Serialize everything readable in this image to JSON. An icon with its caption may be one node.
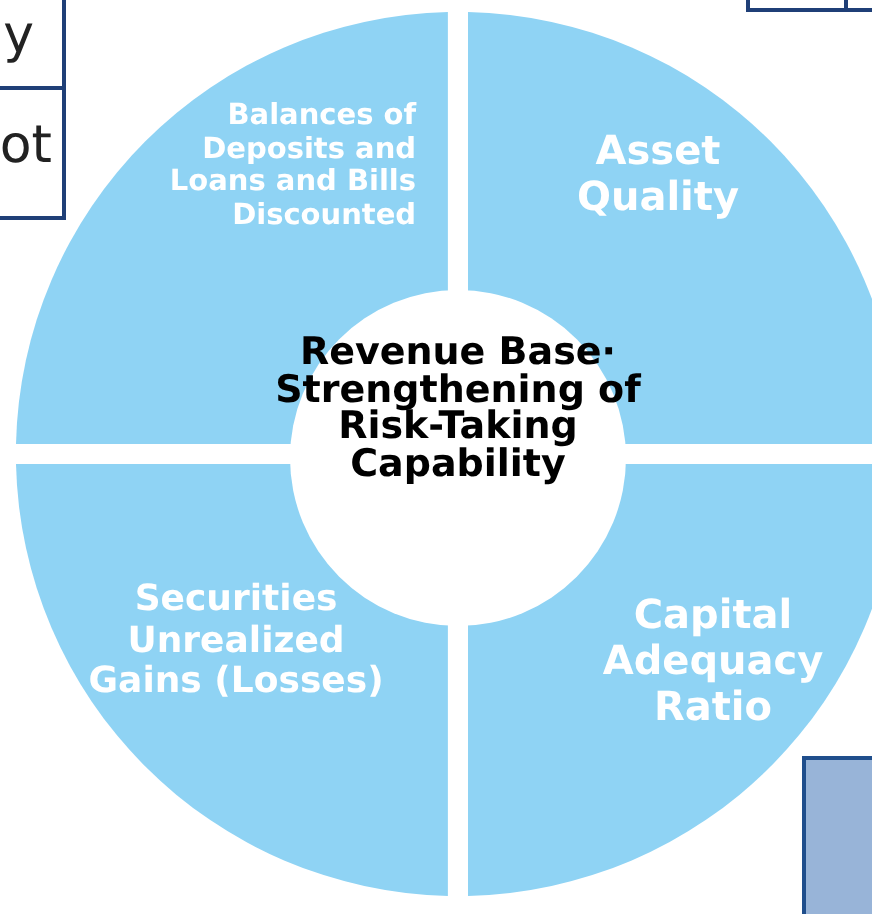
{
  "diagram": {
    "nodes": [
      {
        "text": [
          "y"
        ]
      },
      {
        "text": [
          "ot"
        ]
      },
      {
        "text": [],
        "shape": "box"
      },
      {
        "text": [
          "Balances of Deposits and Loans and Bills Discounted"
        ]
      },
      {
        "text": [
          "Asset Quality"
        ]
      },
      {
        "text": [
          "Securities Unrealized Gains (Losses)"
        ]
      },
      {
        "text": [
          "Capital Adequacy Ratio"
        ]
      },
      {
        "text": [
          "Revenue Base· Strengthening of Risk-Taking Capability"
        ]
      },
      {
        "text": [],
        "shape": "box"
      }
    ]
  }
}
